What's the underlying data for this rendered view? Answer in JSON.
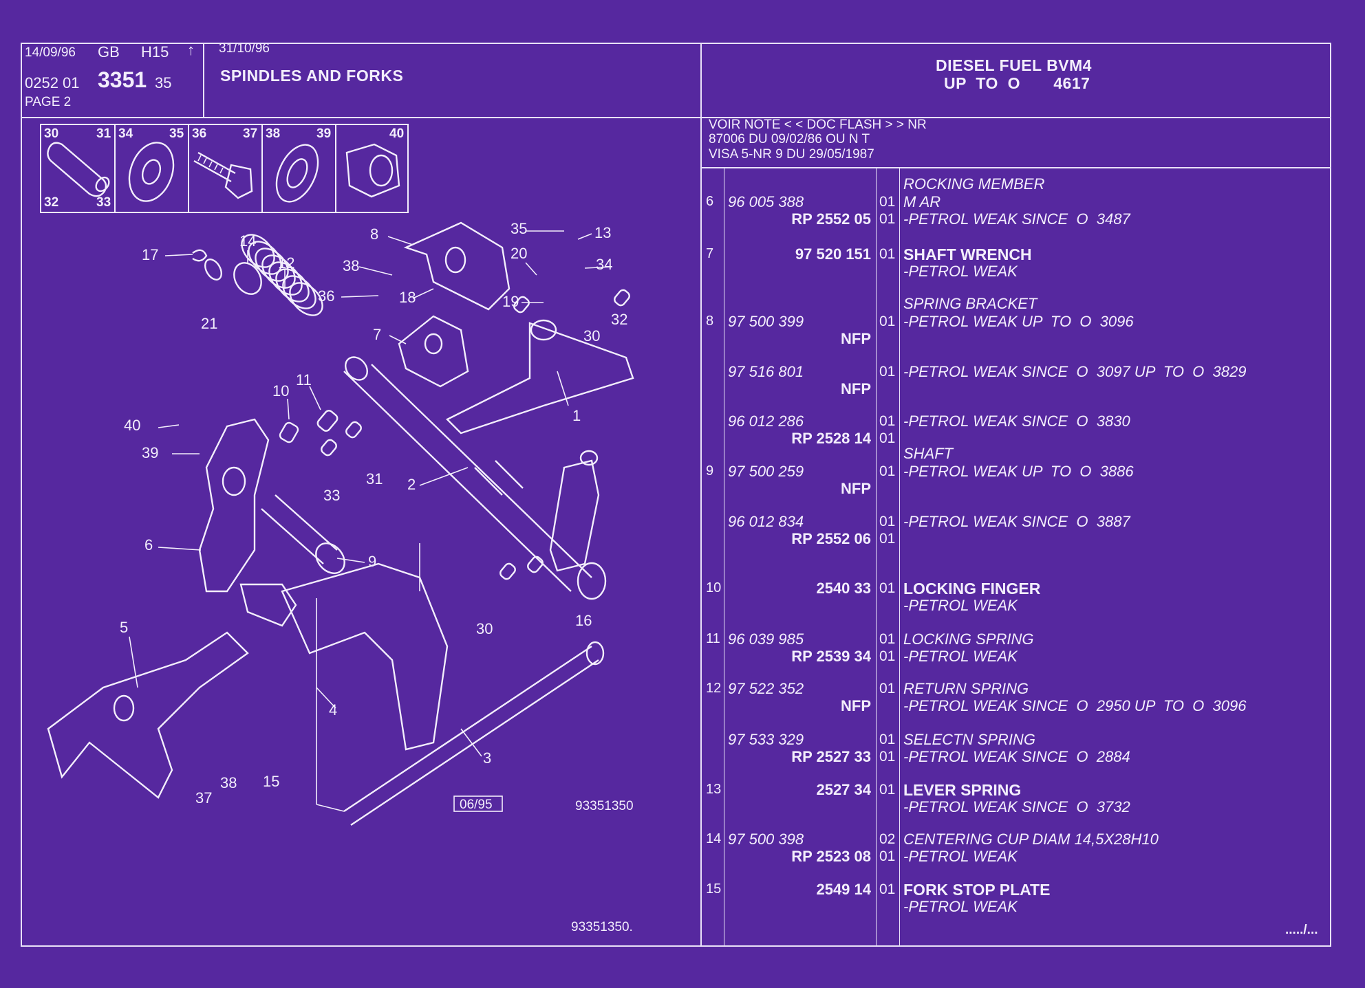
{
  "header": {
    "date1": "14/09/96",
    "lang": "GB",
    "code": "H15",
    "arrow": "↑",
    "num_prefix": "0252  01",
    "num_main": "3351",
    "num_suffix": "35",
    "page": "PAGE  2",
    "date2": "31/10/96",
    "title": "SPINDLES AND FORKS",
    "right_title_1": "DIESEL FUEL BVM4",
    "right_title_2": "UP  TO  O       4617"
  },
  "notes": [
    "VOIR NOTE < < DOC FLASH > > NR",
    "87006 DU 09/02/86 OU N T",
    "VISA 5-NR 9 DU 29/05/1987"
  ],
  "hardware_boxes": [
    {
      "top_left": "30",
      "top_right": "31",
      "bottom_left": "32",
      "bottom_right": "33",
      "icon": "pin-icon"
    },
    {
      "top_left": "34",
      "top_right": "35",
      "icon": "washer-icon"
    },
    {
      "top_left": "36",
      "top_right": "37",
      "icon": "bolt-icon"
    },
    {
      "top_left": "38",
      "top_right": "39",
      "icon": "spring-washer-icon"
    },
    {
      "top_right": "40",
      "icon": "nut-icon"
    }
  ],
  "diagram": {
    "callouts": [
      "1",
      "2",
      "3",
      "4",
      "5",
      "6",
      "7",
      "8",
      "9",
      "10",
      "11",
      "12",
      "13",
      "14",
      "15",
      "16",
      "17",
      "18",
      "19",
      "20",
      "21",
      "30",
      "31",
      "32",
      "33",
      "34",
      "35",
      "36",
      "37",
      "38",
      "39",
      "40"
    ],
    "stamp": "06/95",
    "ref_small": "93351350",
    "ref_bottom": "93351350."
  },
  "parts": [
    {
      "ref": "6",
      "num_left": "96 005 388",
      "num_right": "",
      "qty": "01",
      "desc": "M AR",
      "heading": "ROCKING MEMBER",
      "bold": false
    },
    {
      "ref": "",
      "num_left": "",
      "num_right": "RP  2552 05",
      "qty": "01",
      "desc": "-PETROL WEAK SINCE  O  3487",
      "bold": false
    },
    {
      "ref": "7",
      "num_left": "",
      "num_right": "97 520 151",
      "qty": "01",
      "desc": "SHAFT WRENCH",
      "bold": true
    },
    {
      "ref": "",
      "num_left": "",
      "num_right": "",
      "qty": "",
      "desc": "-PETROL WEAK",
      "bold": false
    },
    {
      "ref": "8",
      "num_left": "97 500 399",
      "num_right": "",
      "qty": "01",
      "desc": "-PETROL WEAK UP  TO  O  3096",
      "heading": "SPRING BRACKET",
      "bold": false
    },
    {
      "ref": "",
      "num_left": "",
      "num_right": "NFP",
      "qty": "",
      "desc": "",
      "bold": false
    },
    {
      "ref": "",
      "num_left": "97 516 801",
      "num_right": "",
      "qty": "01",
      "desc": "-PETROL WEAK SINCE  O  3097 UP  TO  O  3829",
      "bold": false
    },
    {
      "ref": "",
      "num_left": "",
      "num_right": "NFP",
      "qty": "",
      "desc": "",
      "bold": false
    },
    {
      "ref": "",
      "num_left": "96 012 286",
      "num_right": "",
      "qty": "01",
      "desc": "-PETROL WEAK SINCE  O  3830",
      "bold": false
    },
    {
      "ref": "",
      "num_left": "",
      "num_right": "RP  2528 14",
      "qty": "01",
      "desc": "",
      "bold": false
    },
    {
      "ref": "9",
      "num_left": "97 500 259",
      "num_right": "",
      "qty": "01",
      "desc": "-PETROL WEAK UP  TO  O  3886",
      "heading": "SHAFT",
      "bold": false
    },
    {
      "ref": "",
      "num_left": "",
      "num_right": "NFP",
      "qty": "",
      "desc": "",
      "bold": false
    },
    {
      "ref": "",
      "num_left": "96 012 834",
      "num_right": "",
      "qty": "01",
      "desc": "-PETROL WEAK SINCE  O  3887",
      "bold": false
    },
    {
      "ref": "",
      "num_left": "",
      "num_right": "RP  2552 06",
      "qty": "01",
      "desc": "",
      "bold": false
    },
    {
      "ref": "10",
      "num_left": "",
      "num_right": "2540 33",
      "qty": "01",
      "desc": "LOCKING FINGER",
      "bold": true
    },
    {
      "ref": "",
      "num_left": "",
      "num_right": "",
      "qty": "",
      "desc": "-PETROL WEAK",
      "bold": false
    },
    {
      "ref": "11",
      "num_left": "96 039 985",
      "num_right": "",
      "qty": "01",
      "desc": "LOCKING SPRING",
      "bold": false
    },
    {
      "ref": "",
      "num_left": "",
      "num_right": "RP  2539 34",
      "qty": "01",
      "desc": "-PETROL WEAK",
      "bold": false
    },
    {
      "ref": "12",
      "num_left": "97 522 352",
      "num_right": "",
      "qty": "01",
      "desc": "RETURN SPRING",
      "bold": false
    },
    {
      "ref": "",
      "num_left": "",
      "num_right": "NFP",
      "qty": "",
      "desc": "-PETROL WEAK SINCE  O  2950 UP  TO  O  3096",
      "bold": false
    },
    {
      "ref": "",
      "num_left": "97 533 329",
      "num_right": "",
      "qty": "01",
      "desc": "SELECTN SPRING",
      "bold": false
    },
    {
      "ref": "",
      "num_left": "",
      "num_right": "RP  2527 33",
      "qty": "01",
      "desc": "-PETROL WEAK SINCE  O  2884",
      "bold": false
    },
    {
      "ref": "13",
      "num_left": "",
      "num_right": "2527 34",
      "qty": "01",
      "desc": "LEVER SPRING",
      "bold": true
    },
    {
      "ref": "",
      "num_left": "",
      "num_right": "",
      "qty": "",
      "desc": "-PETROL WEAK SINCE  O  3732",
      "bold": false
    },
    {
      "ref": "14",
      "num_left": "97 500 398",
      "num_right": "",
      "qty": "02",
      "desc": "CENTERING CUP DIAM 14,5X28H10",
      "bold": false
    },
    {
      "ref": "",
      "num_left": "",
      "num_right": "RP  2523 08",
      "qty": "01",
      "desc": "-PETROL WEAK",
      "bold": false
    },
    {
      "ref": "15",
      "num_left": "",
      "num_right": "2549 14",
      "qty": "01",
      "desc": "FORK STOP PLATE",
      "bold": true
    },
    {
      "ref": "",
      "num_left": "",
      "num_right": "",
      "qty": "",
      "desc": "-PETROL WEAK",
      "bold": false
    }
  ],
  "footer": {
    "continuation": "...../..."
  }
}
